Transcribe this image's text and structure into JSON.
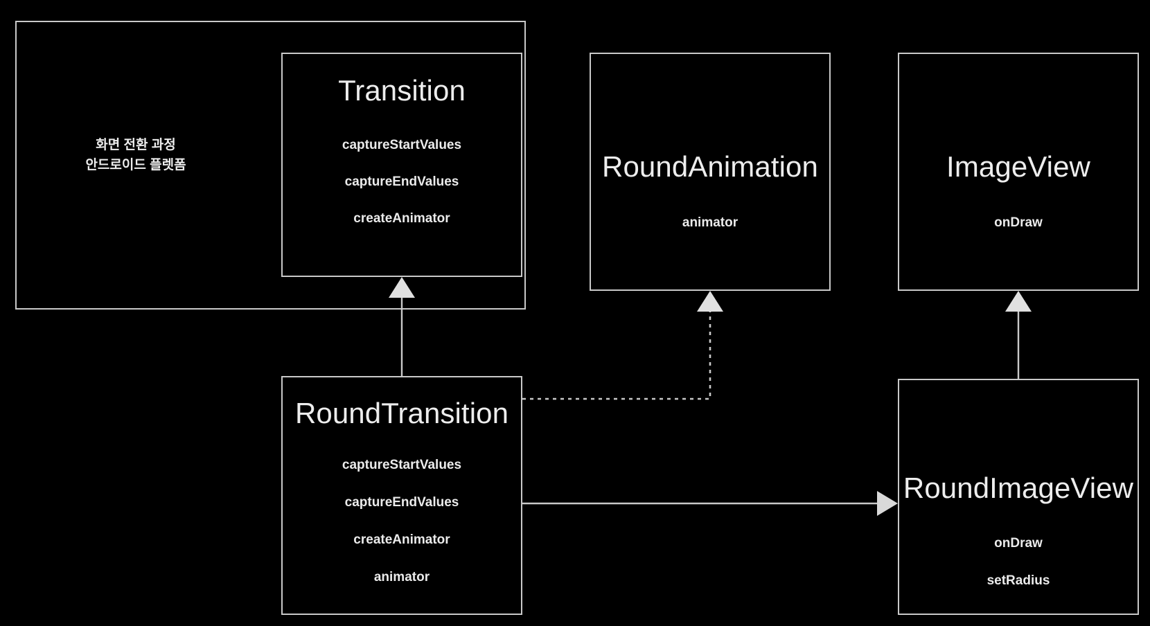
{
  "diagram": {
    "title_note": {
      "line1": "화면 전환 과정",
      "line2": "안드로이드 플렛폼"
    },
    "theme": {
      "background": "#000000",
      "stroke": "#c9c9c9",
      "text": "#ededed",
      "arrow_fill": "#e0e0e0"
    },
    "boxes": {
      "transition": {
        "name": "Transition",
        "members": [
          "captureStartValues",
          "captureEndValues",
          "createAnimator"
        ]
      },
      "round_animation": {
        "name": "RoundAnimation",
        "members": [
          "animator"
        ]
      },
      "image_view": {
        "name": "ImageView",
        "members": [
          "onDraw"
        ]
      },
      "round_transition": {
        "name": "RoundTransition",
        "members": [
          "captureStartValues",
          "captureEndValues",
          "createAnimator",
          "animator"
        ]
      },
      "round_image_view": {
        "name": "RoundImageView",
        "members": [
          "onDraw",
          "setRadius"
        ]
      }
    },
    "connectors": [
      {
        "id": "round-transition-to-transition",
        "kind": "inheritance",
        "style": "solid",
        "from": "RoundTransition",
        "to": "Transition"
      },
      {
        "id": "round-transition-to-round-animation",
        "kind": "dependency",
        "style": "dashed",
        "from": "RoundTransition",
        "to": "RoundAnimation"
      },
      {
        "id": "round-transition-to-round-image-view",
        "kind": "association",
        "style": "solid",
        "from": "RoundTransition",
        "to": "RoundImageView"
      },
      {
        "id": "round-image-view-to-image-view",
        "kind": "inheritance",
        "style": "solid",
        "from": "RoundImageView",
        "to": "ImageView"
      }
    ]
  }
}
